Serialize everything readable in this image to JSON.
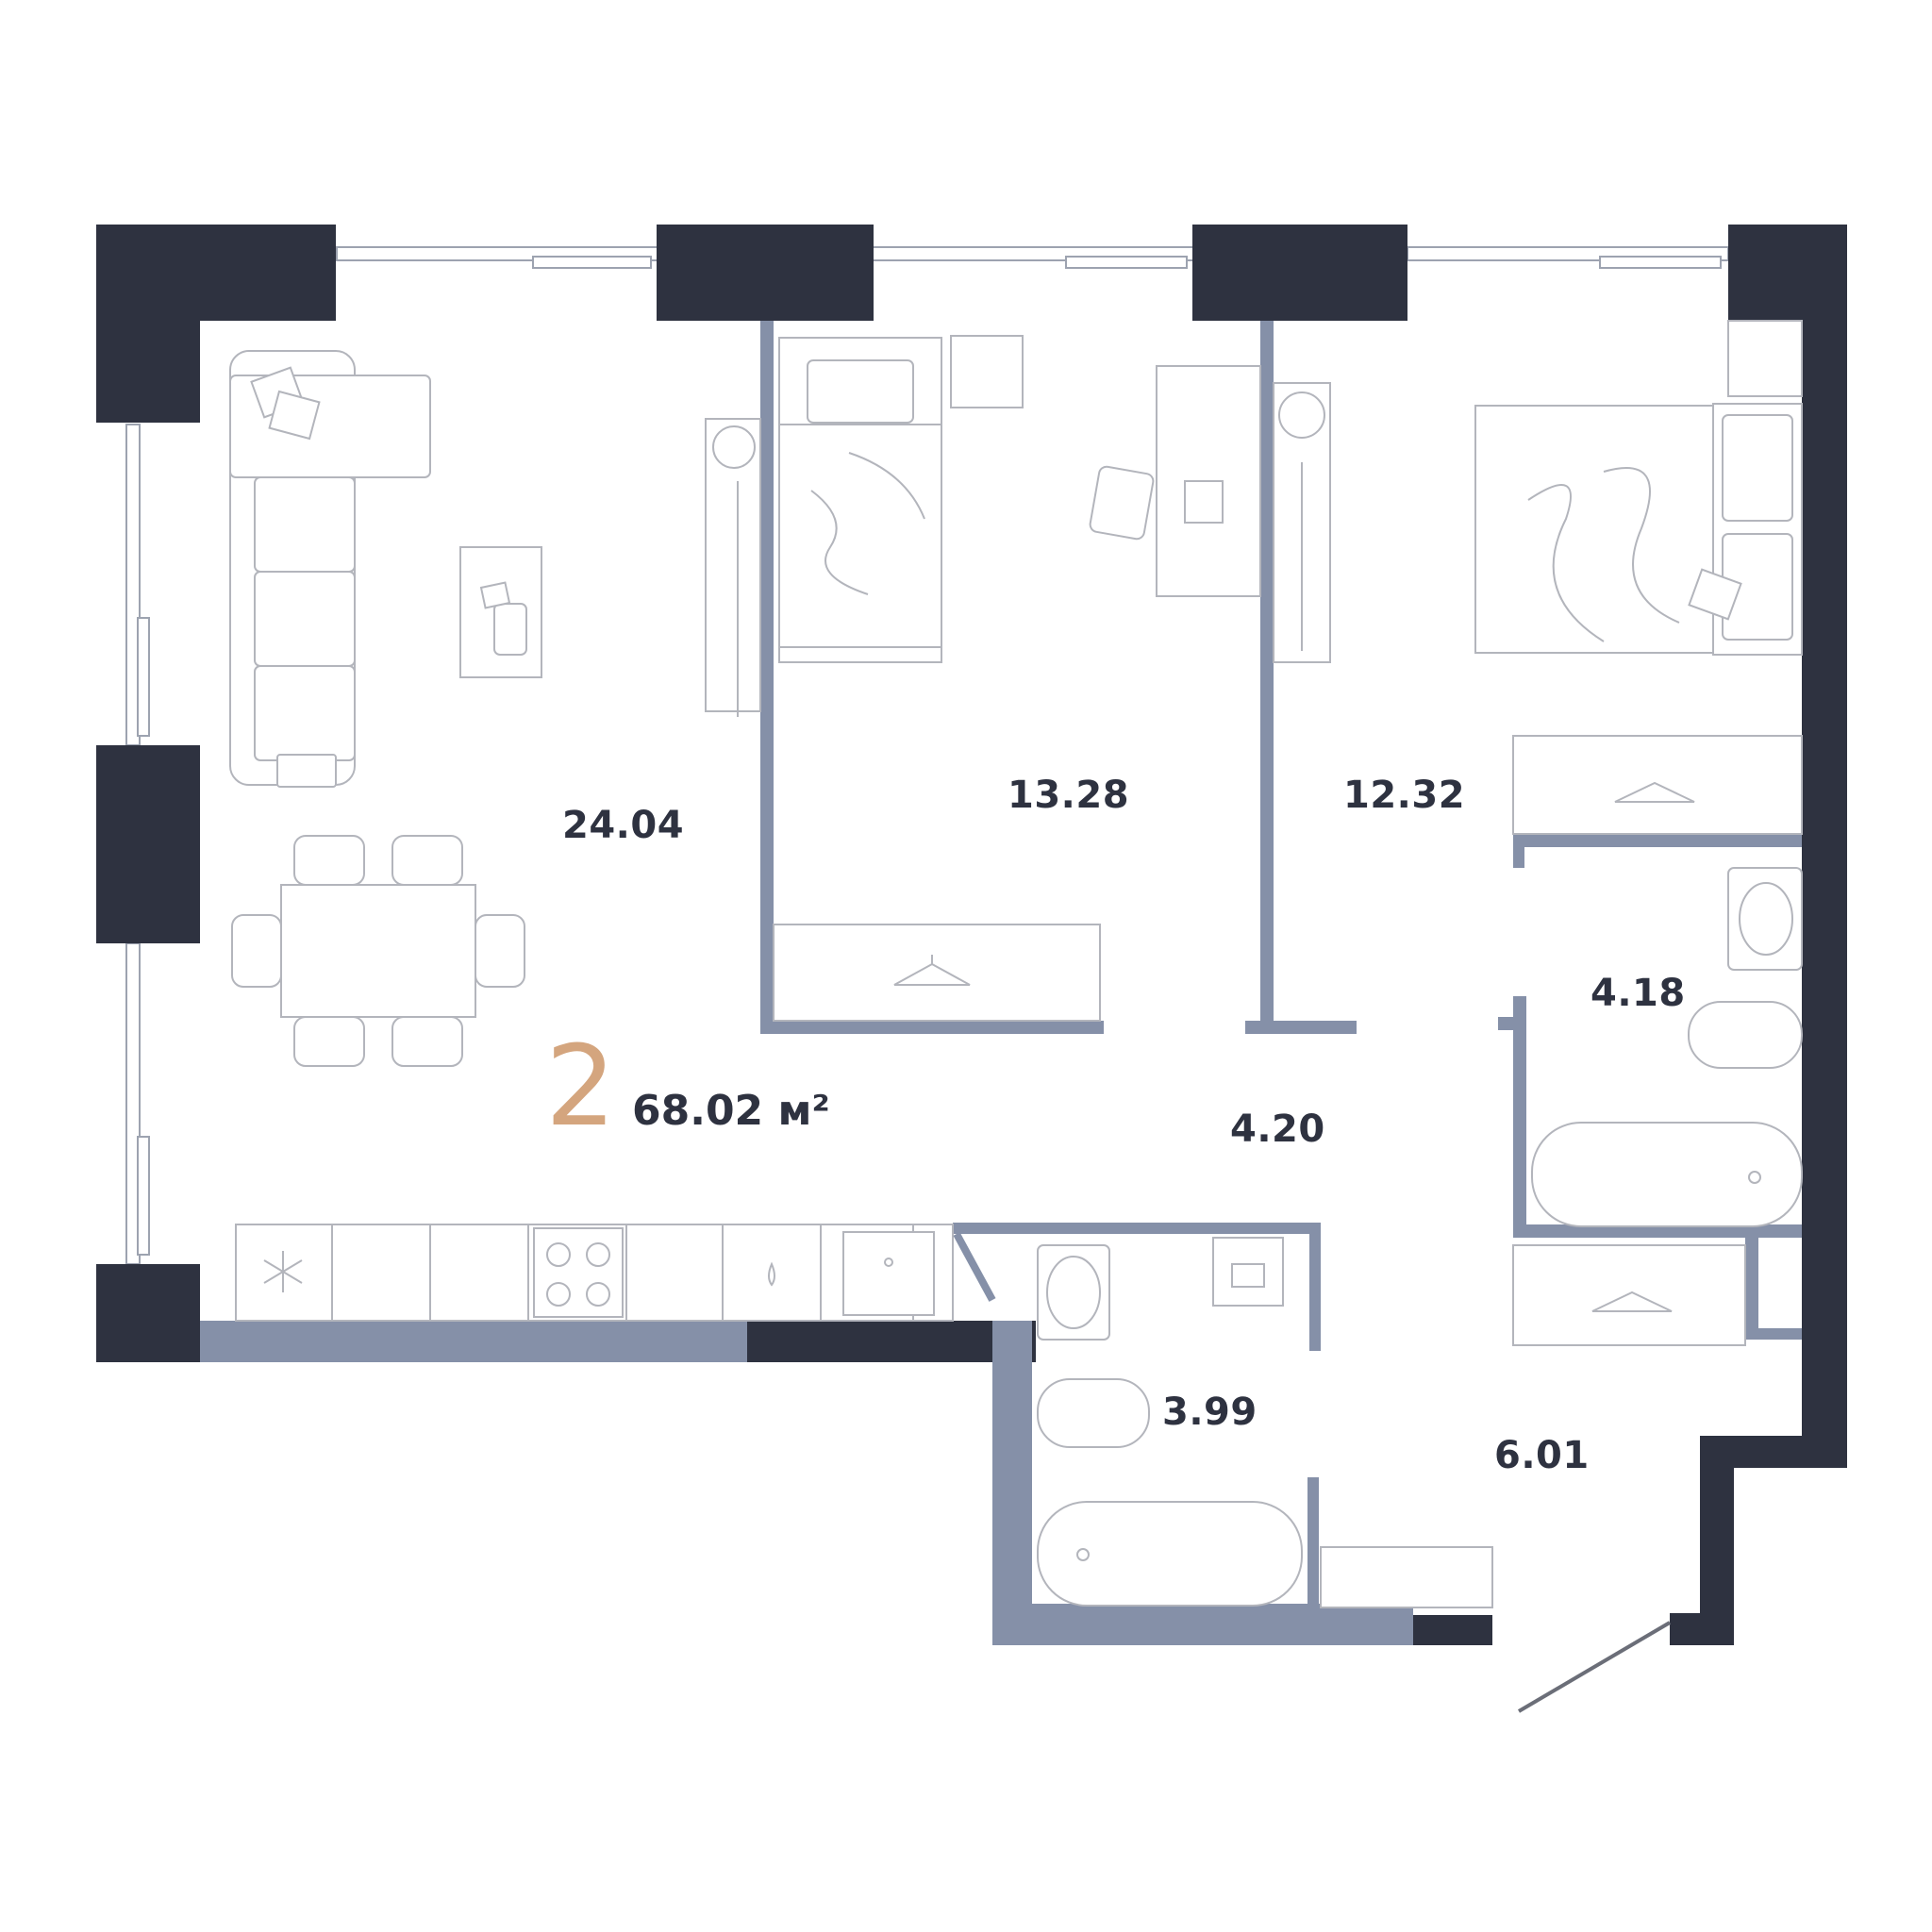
{
  "plan": {
    "rooms_count": "2",
    "total_area": "68.02 м²",
    "room_areas": {
      "living_kitchen": "24.04",
      "bedroom_1": "13.28",
      "bedroom_2": "12.32",
      "bathroom_1": "4.18",
      "hallway": "4.20",
      "bathroom_2": "3.99",
      "entrance_hall": "6.01"
    }
  },
  "colors": {
    "structural_wall": "#2e3240",
    "partition_wall": "#8590a8",
    "furniture_line": "#b3b5bc",
    "rooms_accent": "#d4a57e",
    "label_text": "#2e3240"
  }
}
